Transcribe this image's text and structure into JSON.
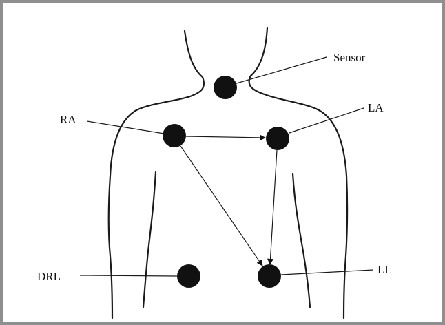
{
  "labels": {
    "sensor": "Sensor",
    "ra": "RA",
    "la": "LA",
    "dl": "DRL",
    "ll": "LL"
  },
  "colors": {
    "border": "#8f8f8f",
    "ink": "#111111",
    "background": "#ffffff"
  }
}
